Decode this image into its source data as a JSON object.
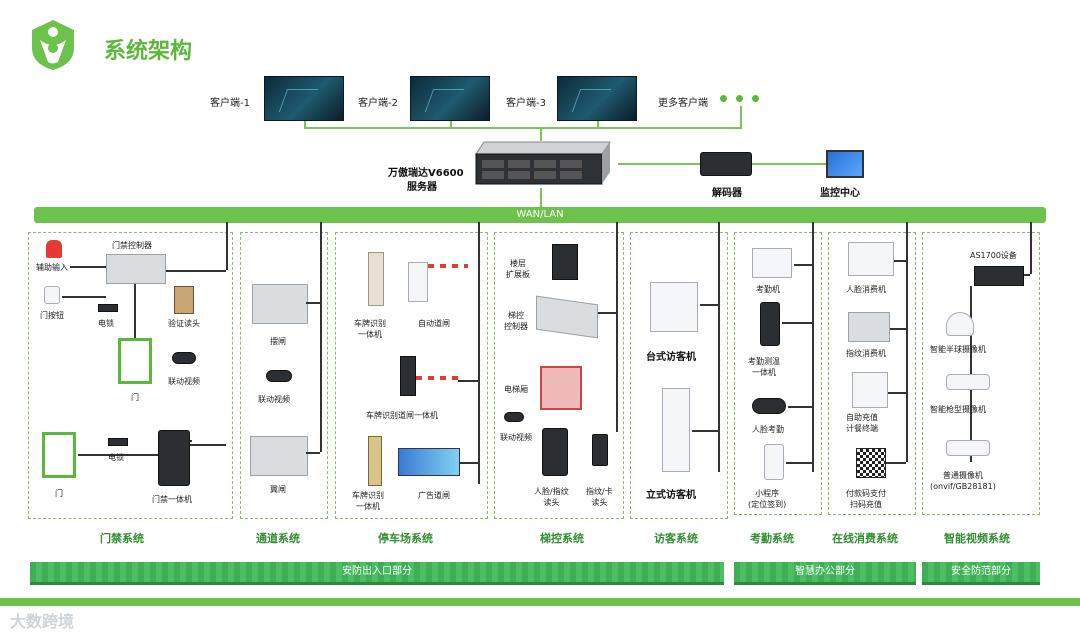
{
  "header": {
    "title": "系统架构"
  },
  "clients": [
    {
      "label": "客户端-1"
    },
    {
      "label": "客户端-2"
    },
    {
      "label": "客户端-3"
    },
    {
      "label": "更多客户端"
    }
  ],
  "server": {
    "line1": "万傲瑞达V6600",
    "line2": "服务器"
  },
  "decoder": {
    "label": "解码器"
  },
  "monitor_center": {
    "label": "监控中心"
  },
  "network": {
    "label": "WAN/LAN"
  },
  "access": {
    "aux_input": "辅助输入",
    "controller": "门禁控制器",
    "exit_button": "门按钮",
    "lock1": "电锁",
    "reader": "验证读头",
    "door1": "门",
    "video": "联动视频",
    "door2": "门",
    "lock2": "电锁",
    "face_terminal": "门禁一体机",
    "system": "门禁系统"
  },
  "passage": {
    "swing": "摆闸",
    "video": "联动视频",
    "wing": "翼闸",
    "system": "通道系统"
  },
  "parking": {
    "lpr1": "车牌识别\n一体机",
    "barrier": "自动道闸",
    "lpr_barrier": "车牌识别道闸一体机",
    "lpr2": "车牌识别\n一体机",
    "ad_barrier": "广告道闸",
    "system": "停车场系统"
  },
  "elevator": {
    "floor_board": "楼层\n扩展板",
    "controller": "梯控\n控制器",
    "car": "电梯厢",
    "video": "联动视频",
    "face_reader": "人脸/指纹\n读头",
    "card_reader": "指纹/卡\n读头",
    "system": "梯控系统"
  },
  "visitor": {
    "desktop": "台式访客机",
    "standing": "立式访客机",
    "system": "访客系统"
  },
  "attendance": {
    "machine": "考勤机",
    "temp": "考勤测温\n一体机",
    "camera": "人脸考勤",
    "mini": "小程序\n(定位签到)",
    "system": "考勤系统"
  },
  "consume": {
    "face": "人脸消费机",
    "finger": "指纹消费机",
    "self": "自助充值\n计餐终端",
    "pay": "付款码支付\n扫码充值",
    "system": "在线消费系统"
  },
  "video": {
    "nvr": "AS1700设备",
    "dome": "智能半球摄像机",
    "bullet": "智能枪型摄像机",
    "onvif": "普通摄像机\n(onvif/GB28181)",
    "system": "智能视频系统"
  },
  "sections": {
    "security": "安防出入口部分",
    "office": "智慧办公部分",
    "safety": "安全防范部分"
  },
  "watermark": "大数跨境",
  "colors": {
    "accent": "#6cc24a",
    "bar": "#3fae56",
    "text": "#2f8f2f"
  }
}
